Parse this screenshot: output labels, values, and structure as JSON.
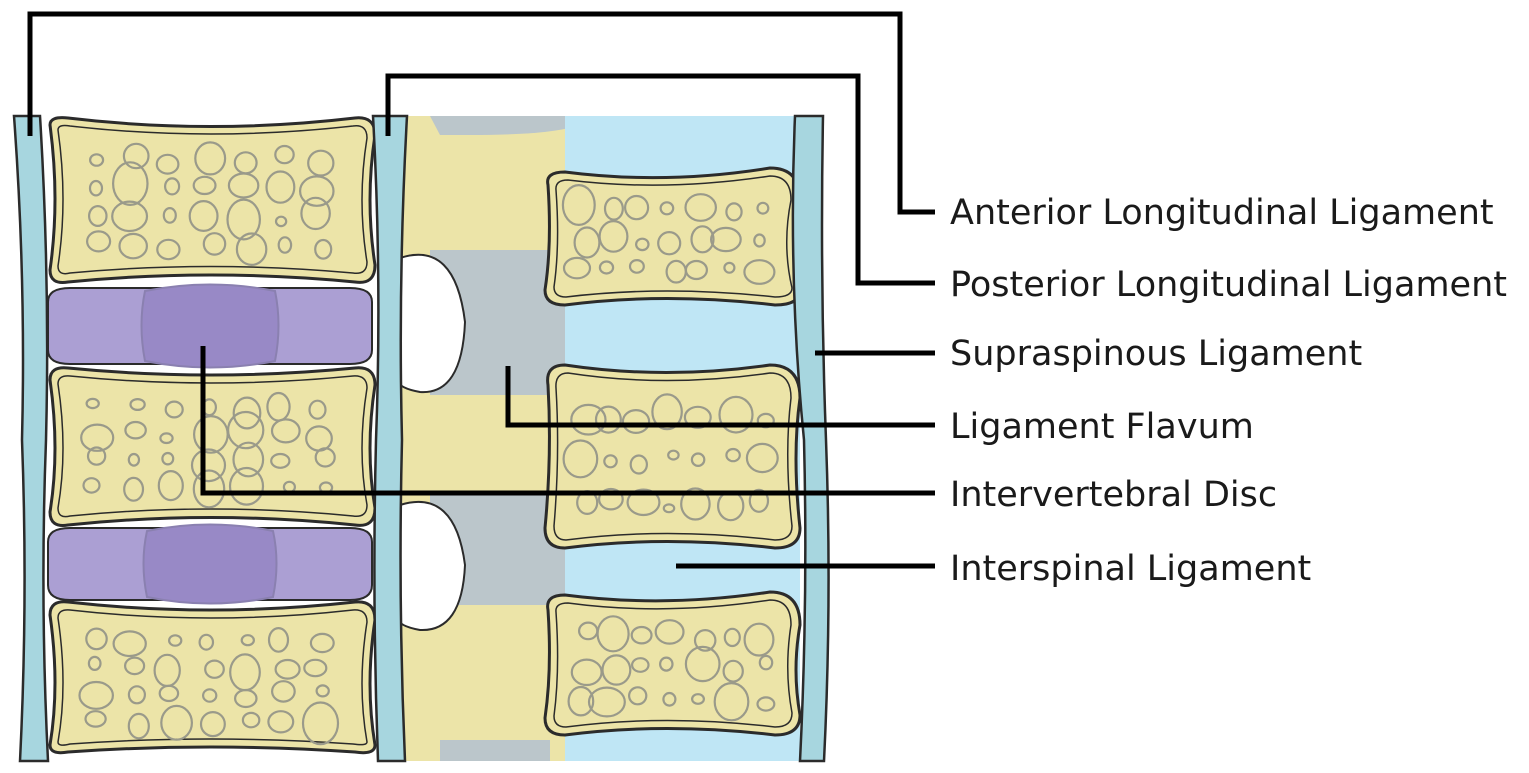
{
  "diagram": {
    "labels": {
      "anterior_longitudinal_ligament": "Anterior Longitudinal Ligament",
      "posterior_longitudinal_ligament": "Posterior Longitudinal Ligament",
      "supraspinous_ligament": "Supraspinous Ligament",
      "ligament_flavum": "Ligament Flavum",
      "intervertebral_disc": "Intervertebral Disc",
      "interspinal_ligament": "Interspinal Ligament"
    },
    "colors": {
      "vertebral_bone": "#ece4a8",
      "ligament": "#a7d6df",
      "interspinal": "#bfe6f5",
      "disc": "#ab9fd3",
      "nucleus": "#9889c6",
      "ligament_flavum": "#bbc6cb",
      "leader_line": "#000000"
    }
  }
}
